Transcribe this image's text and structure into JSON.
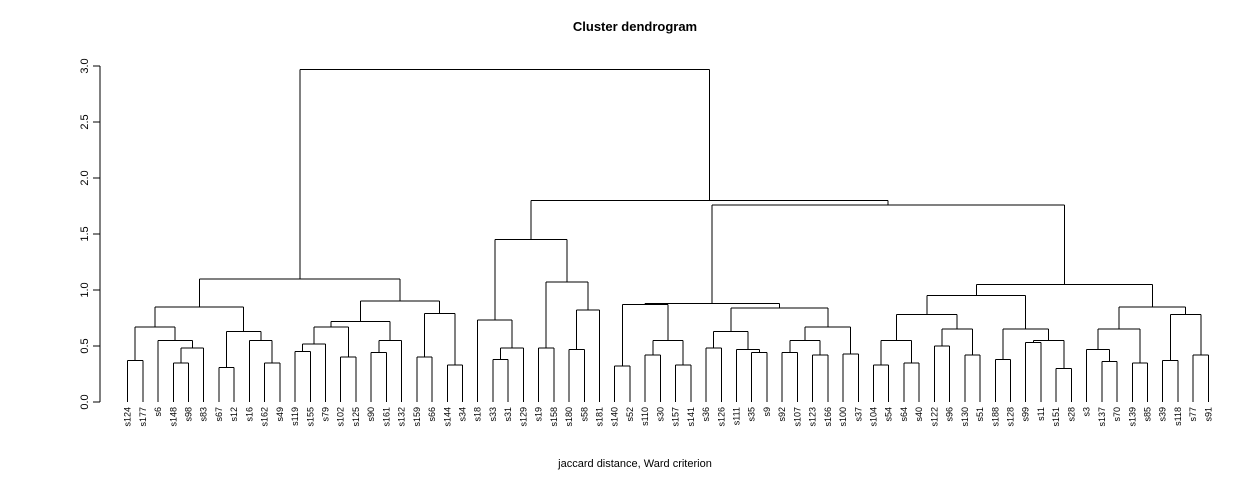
{
  "page": {
    "background": "#ffffff"
  },
  "chart_data": {
    "type": "dendrogram",
    "title": "Cluster dendrogram",
    "xlabel": "jaccard distance, Ward criterion",
    "ylabel": "",
    "ylim": [
      0,
      3.0
    ],
    "yticks": [
      0,
      0.5,
      1.0,
      1.5,
      2.0,
      2.5,
      3.0
    ],
    "grid": false,
    "line_color": "#000000",
    "label_colors": {
      "cyan": "#00FFFF",
      "red": "#FF0000"
    },
    "leaves": [
      {
        "label": "s124",
        "color": "cyan"
      },
      {
        "label": "s177",
        "color": "cyan"
      },
      {
        "label": "s6",
        "color": "red"
      },
      {
        "label": "s148",
        "color": "cyan"
      },
      {
        "label": "s98",
        "color": "cyan"
      },
      {
        "label": "s83",
        "color": "red"
      },
      {
        "label": "s67",
        "color": "cyan"
      },
      {
        "label": "s12",
        "color": "red"
      },
      {
        "label": "s16",
        "color": "red"
      },
      {
        "label": "s162",
        "color": "cyan"
      },
      {
        "label": "s49",
        "color": "red"
      },
      {
        "label": "s119",
        "color": "cyan"
      },
      {
        "label": "s155",
        "color": "cyan"
      },
      {
        "label": "s79",
        "color": "red"
      },
      {
        "label": "s102",
        "color": "cyan"
      },
      {
        "label": "s125",
        "color": "cyan"
      },
      {
        "label": "s90",
        "color": "red"
      },
      {
        "label": "s161",
        "color": "cyan"
      },
      {
        "label": "s132",
        "color": "cyan"
      },
      {
        "label": "s159",
        "color": "cyan"
      },
      {
        "label": "s66",
        "color": "cyan"
      },
      {
        "label": "s144",
        "color": "cyan"
      },
      {
        "label": "s34",
        "color": "red"
      },
      {
        "label": "s18",
        "color": "cyan"
      },
      {
        "label": "s33",
        "color": "red"
      },
      {
        "label": "s31",
        "color": "red"
      },
      {
        "label": "s129",
        "color": "cyan"
      },
      {
        "label": "s19",
        "color": "cyan"
      },
      {
        "label": "s158",
        "color": "cyan"
      },
      {
        "label": "s180",
        "color": "cyan"
      },
      {
        "label": "s58",
        "color": "red"
      },
      {
        "label": "s181",
        "color": "cyan"
      },
      {
        "label": "s140",
        "color": "cyan"
      },
      {
        "label": "s52",
        "color": "cyan"
      },
      {
        "label": "s110",
        "color": "cyan"
      },
      {
        "label": "s30",
        "color": "cyan"
      },
      {
        "label": "s157",
        "color": "cyan"
      },
      {
        "label": "s141",
        "color": "cyan"
      },
      {
        "label": "s36",
        "color": "cyan"
      },
      {
        "label": "s126",
        "color": "cyan"
      },
      {
        "label": "s111",
        "color": "red"
      },
      {
        "label": "s35",
        "color": "cyan"
      },
      {
        "label": "s9",
        "color": "cyan"
      },
      {
        "label": "s92",
        "color": "red"
      },
      {
        "label": "s107",
        "color": "cyan"
      },
      {
        "label": "s123",
        "color": "red"
      },
      {
        "label": "s166",
        "color": "red"
      },
      {
        "label": "s100",
        "color": "red"
      },
      {
        "label": "s37",
        "color": "red"
      },
      {
        "label": "s104",
        "color": "cyan"
      },
      {
        "label": "s54",
        "color": "cyan"
      },
      {
        "label": "s64",
        "color": "red"
      },
      {
        "label": "s40",
        "color": "red"
      },
      {
        "label": "s122",
        "color": "cyan"
      },
      {
        "label": "s96",
        "color": "cyan"
      },
      {
        "label": "s130",
        "color": "cyan"
      },
      {
        "label": "s51",
        "color": "red"
      },
      {
        "label": "s188",
        "color": "cyan"
      },
      {
        "label": "s128",
        "color": "cyan"
      },
      {
        "label": "s99",
        "color": "red"
      },
      {
        "label": "s11",
        "color": "red"
      },
      {
        "label": "s151",
        "color": "red"
      },
      {
        "label": "s28",
        "color": "red"
      },
      {
        "label": "s3",
        "color": "red"
      },
      {
        "label": "s137",
        "color": "cyan"
      },
      {
        "label": "s70",
        "color": "cyan"
      },
      {
        "label": "s139",
        "color": "cyan"
      },
      {
        "label": "s85",
        "color": "cyan"
      },
      {
        "label": "s39",
        "color": "red"
      },
      {
        "label": "s118",
        "color": "cyan"
      },
      {
        "label": "s77",
        "color": "cyan"
      },
      {
        "label": "s91",
        "color": "cyan"
      }
    ],
    "tree": {
      "h": 2.97,
      "c": [
        {
          "h": 1.1,
          "c": [
            {
              "h": 0.85,
              "c": [
                {
                  "h": 0.67,
                  "c": [
                    {
                      "h": 0.37,
                      "c": [
                        0,
                        1
                      ]
                    },
                    {
                      "h": 0.55,
                      "c": [
                        2,
                        {
                          "h": 0.48,
                          "c": [
                            {
                              "h": 0.35,
                              "c": [
                                3,
                                4
                              ]
                            },
                            5
                          ]
                        }
                      ]
                    }
                  ]
                },
                {
                  "h": 0.63,
                  "c": [
                    {
                      "h": 0.31,
                      "c": [
                        6,
                        7
                      ]
                    },
                    {
                      "h": 0.55,
                      "c": [
                        8,
                        {
                          "h": 0.35,
                          "c": [
                            9,
                            10
                          ]
                        }
                      ]
                    }
                  ]
                }
              ]
            },
            {
              "h": 0.9,
              "c": [
                {
                  "h": 0.72,
                  "c": [
                    {
                      "h": 0.67,
                      "c": [
                        {
                          "h": 0.52,
                          "c": [
                            {
                              "h": 0.45,
                              "c": [
                                11,
                                12
                              ]
                            },
                            13
                          ]
                        },
                        {
                          "h": 0.4,
                          "c": [
                            14,
                            15
                          ]
                        }
                      ]
                    },
                    {
                      "h": 0.55,
                      "c": [
                        {
                          "h": 0.44,
                          "c": [
                            16,
                            17
                          ]
                        },
                        18
                      ]
                    }
                  ]
                },
                {
                  "h": 0.79,
                  "c": [
                    {
                      "h": 0.4,
                      "c": [
                        19,
                        20
                      ]
                    },
                    {
                      "h": 0.33,
                      "c": [
                        21,
                        22
                      ]
                    }
                  ]
                }
              ]
            }
          ]
        },
        {
          "h": 1.8,
          "c": [
            {
              "h": 1.45,
              "c": [
                {
                  "h": 0.73,
                  "c": [
                    23,
                    {
                      "h": 0.48,
                      "c": [
                        {
                          "h": 0.38,
                          "c": [
                            24,
                            25
                          ]
                        },
                        26
                      ]
                    }
                  ]
                },
                {
                  "h": 1.07,
                  "c": [
                    {
                      "h": 0.48,
                      "c": [
                        27,
                        28
                      ]
                    },
                    {
                      "h": 0.82,
                      "c": [
                        {
                          "h": 0.47,
                          "c": [
                            29,
                            30
                          ]
                        },
                        31
                      ]
                    }
                  ]
                }
              ]
            },
            {
              "h": 1.76,
              "c": [
                {
                  "h": 0.88,
                  "c": [
                    {
                      "h": 0.87,
                      "c": [
                        {
                          "h": 0.32,
                          "c": [
                            32,
                            33
                          ]
                        },
                        {
                          "h": 0.55,
                          "c": [
                            {
                              "h": 0.42,
                              "c": [
                                34,
                                35
                              ]
                            },
                            {
                              "h": 0.33,
                              "c": [
                                36,
                                37
                              ]
                            }
                          ]
                        }
                      ]
                    },
                    {
                      "h": 0.84,
                      "c": [
                        {
                          "h": 0.63,
                          "c": [
                            {
                              "h": 0.48,
                              "c": [
                                38,
                                39
                              ]
                            },
                            {
                              "h": 0.47,
                              "c": [
                                40,
                                {
                                  "h": 0.44,
                                  "c": [
                                    41,
                                    42
                                  ]
                                }
                              ]
                            }
                          ]
                        },
                        {
                          "h": 0.67,
                          "c": [
                            {
                              "h": 0.55,
                              "c": [
                                {
                                  "h": 0.44,
                                  "c": [
                                    43,
                                    44
                                  ]
                                },
                                {
                                  "h": 0.42,
                                  "c": [
                                    45,
                                    46
                                  ]
                                }
                              ]
                            },
                            {
                              "h": 0.43,
                              "c": [
                                47,
                                48
                              ]
                            }
                          ]
                        }
                      ]
                    }
                  ]
                },
                {
                  "h": 1.05,
                  "c": [
                    {
                      "h": 0.95,
                      "c": [
                        {
                          "h": 0.78,
                          "c": [
                            {
                              "h": 0.55,
                              "c": [
                                {
                                  "h": 0.33,
                                  "c": [
                                    49,
                                    50
                                  ]
                                },
                                {
                                  "h": 0.35,
                                  "c": [
                                    51,
                                    52
                                  ]
                                }
                              ]
                            },
                            {
                              "h": 0.65,
                              "c": [
                                {
                                  "h": 0.5,
                                  "c": [
                                    53,
                                    54
                                  ]
                                },
                                {
                                  "h": 0.42,
                                  "c": [
                                    55,
                                    56
                                  ]
                                }
                              ]
                            }
                          ]
                        },
                        {
                          "h": 0.65,
                          "c": [
                            {
                              "h": 0.38,
                              "c": [
                                57,
                                58
                              ]
                            },
                            {
                              "h": 0.55,
                              "c": [
                                {
                                  "h": 0.53,
                                  "c": [
                                    59,
                                    60
                                  ]
                                },
                                {
                                  "h": 0.3,
                                  "c": [
                                    61,
                                    62
                                  ]
                                }
                              ]
                            }
                          ]
                        }
                      ]
                    },
                    {
                      "h": 0.85,
                      "c": [
                        {
                          "h": 0.65,
                          "c": [
                            {
                              "h": 0.47,
                              "c": [
                                63,
                                {
                                  "h": 0.36,
                                  "c": [
                                    64,
                                    65
                                  ]
                                }
                              ]
                            },
                            {
                              "h": 0.35,
                              "c": [
                                66,
                                67
                              ]
                            }
                          ]
                        },
                        {
                          "h": 0.78,
                          "c": [
                            {
                              "h": 0.37,
                              "c": [
                                68,
                                69
                              ]
                            },
                            {
                              "h": 0.42,
                              "c": [
                                70,
                                71
                              ]
                            }
                          ]
                        }
                      ]
                    }
                  ]
                }
              ]
            }
          ]
        }
      ]
    }
  }
}
